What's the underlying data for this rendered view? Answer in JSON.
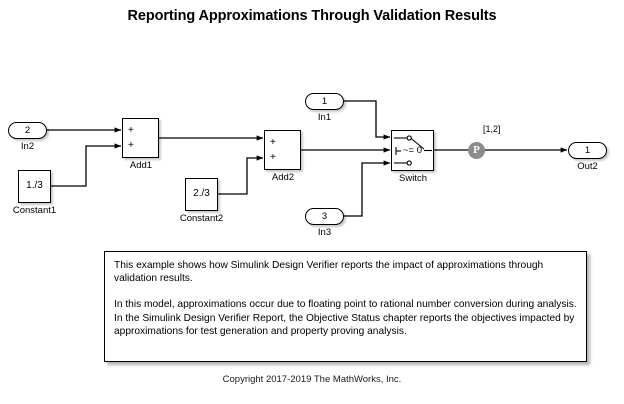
{
  "title": "Reporting Approximations Through Validation Results",
  "copyright": "Copyright 2017-2019 The MathWorks, Inc.",
  "diagram": {
    "inports": [
      {
        "name": "in2",
        "number": "2",
        "label": "In2"
      },
      {
        "name": "in1",
        "number": "1",
        "label": "In1"
      },
      {
        "name": "in3",
        "number": "3",
        "label": "In3"
      }
    ],
    "outports": [
      {
        "name": "out2",
        "number": "1",
        "label": "Out2"
      }
    ],
    "constants": [
      {
        "name": "constant1",
        "value": "1./3",
        "label": "Constant1"
      },
      {
        "name": "constant2",
        "value": "2./3",
        "label": "Constant2"
      }
    ],
    "adders": [
      {
        "name": "add1",
        "label": "Add1",
        "sign_top": "+",
        "sign_bottom": "+"
      },
      {
        "name": "add2",
        "label": "Add2",
        "sign_top": "+",
        "sign_bottom": "+"
      }
    ],
    "switch": {
      "label": "Switch",
      "criteria": "~= 0"
    },
    "proof_marker": {
      "glyph": "P",
      "annotation": "[1,2]",
      "color": "#8c8c8c"
    }
  },
  "note": {
    "paragraph1": "This example shows how Simulink Design Verifier reports the impact of approximations through validation results.",
    "paragraph2": "In this model, approximations occur due to floating point to rational number conversion during analysis. In the Simulink Design Verifier Report, the Objective Status chapter reports the objectives impacted by approximations for test generation and property proving analysis."
  }
}
